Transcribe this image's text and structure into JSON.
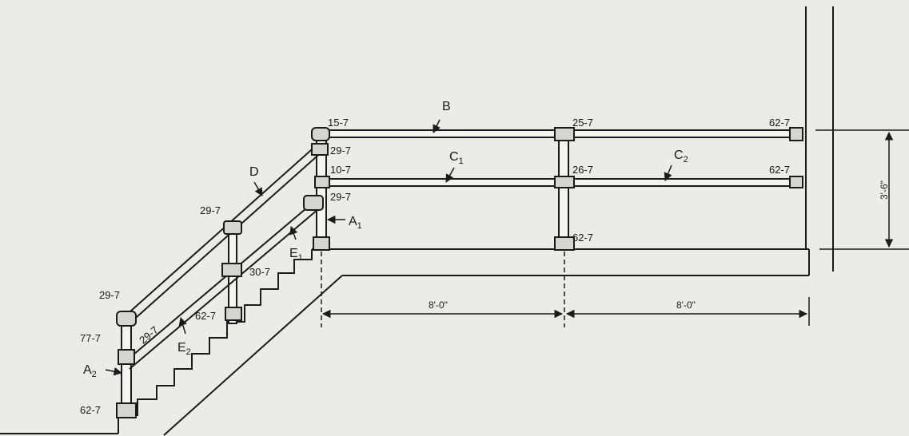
{
  "fittings": {
    "f15_7": "15-7",
    "f25_7": "25-7",
    "f62_7_top": "62-7",
    "f29_7_a": "29-7",
    "f10_7": "10-7",
    "f26_7": "26-7",
    "f62_7_mid": "62-7",
    "f29_7_b": "29-7",
    "f29_7_d": "29-7",
    "f62_7_post": "62-7",
    "f30_7": "30-7",
    "f62_7_lower": "62-7",
    "f29_7_left": "29-7",
    "f29_7_diag": "29-7",
    "f77_7": "77-7",
    "f62_7_base": "62-7"
  },
  "members": {
    "B": "B",
    "C1": "C",
    "C1_sub": "1",
    "C2": "C",
    "C2_sub": "2",
    "D": "D",
    "A1": "A",
    "A1_sub": "1",
    "E1": "E",
    "E1_sub": "1",
    "E2": "E",
    "E2_sub": "2",
    "A2": "A",
    "A2_sub": "2"
  },
  "dimensions": {
    "span_1": "8'-0\"",
    "span_2": "8'-0\"",
    "height": "3'-6\""
  },
  "colors": {
    "ink": "#1a1a1a",
    "paper": "#ecebe6",
    "pipe_fill": "#f4f4f0"
  }
}
